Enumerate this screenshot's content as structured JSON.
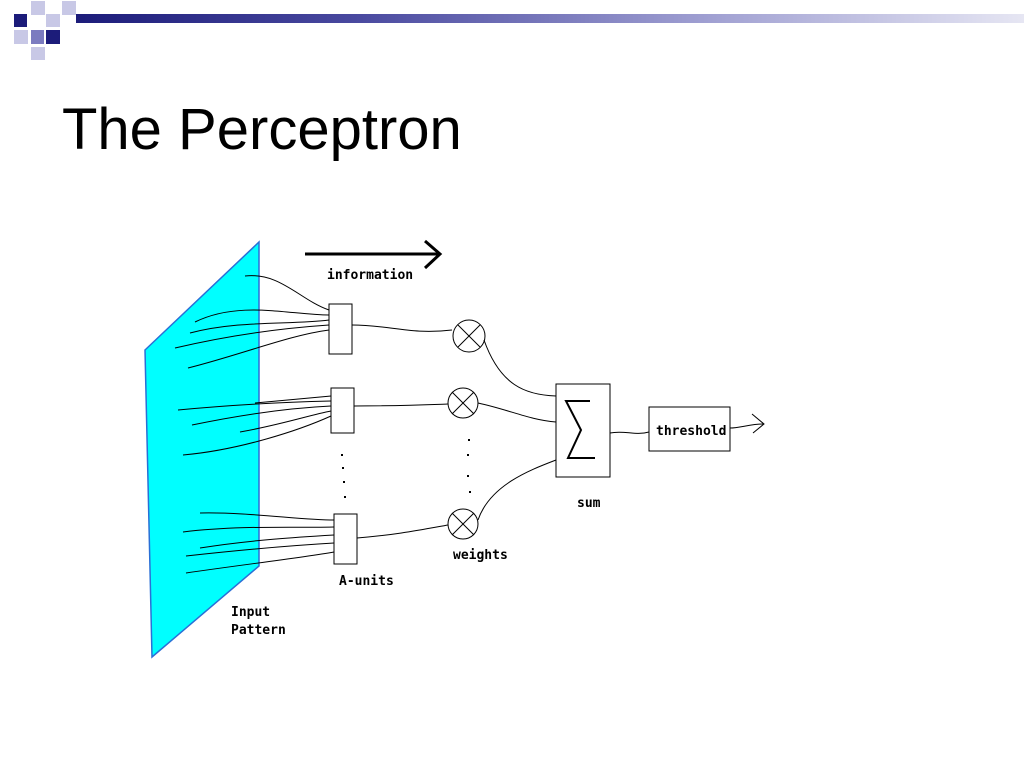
{
  "slide": {
    "title": "The Perceptron"
  },
  "colors": {
    "accent_dark": "#1c1c7a",
    "accent_mid": "#7b7bc0",
    "accent_light": "#c8c8e6",
    "panel_cyan": "#00ffff"
  },
  "diagram": {
    "labels": {
      "information": "information",
      "threshold": "threshold",
      "sum": "sum",
      "weights": "weights",
      "a_units": "A-units",
      "input_line1": "Input",
      "input_line2": "Pattern"
    },
    "symbols": {
      "sigma": "Σ",
      "weight_cross": "⊗"
    }
  }
}
